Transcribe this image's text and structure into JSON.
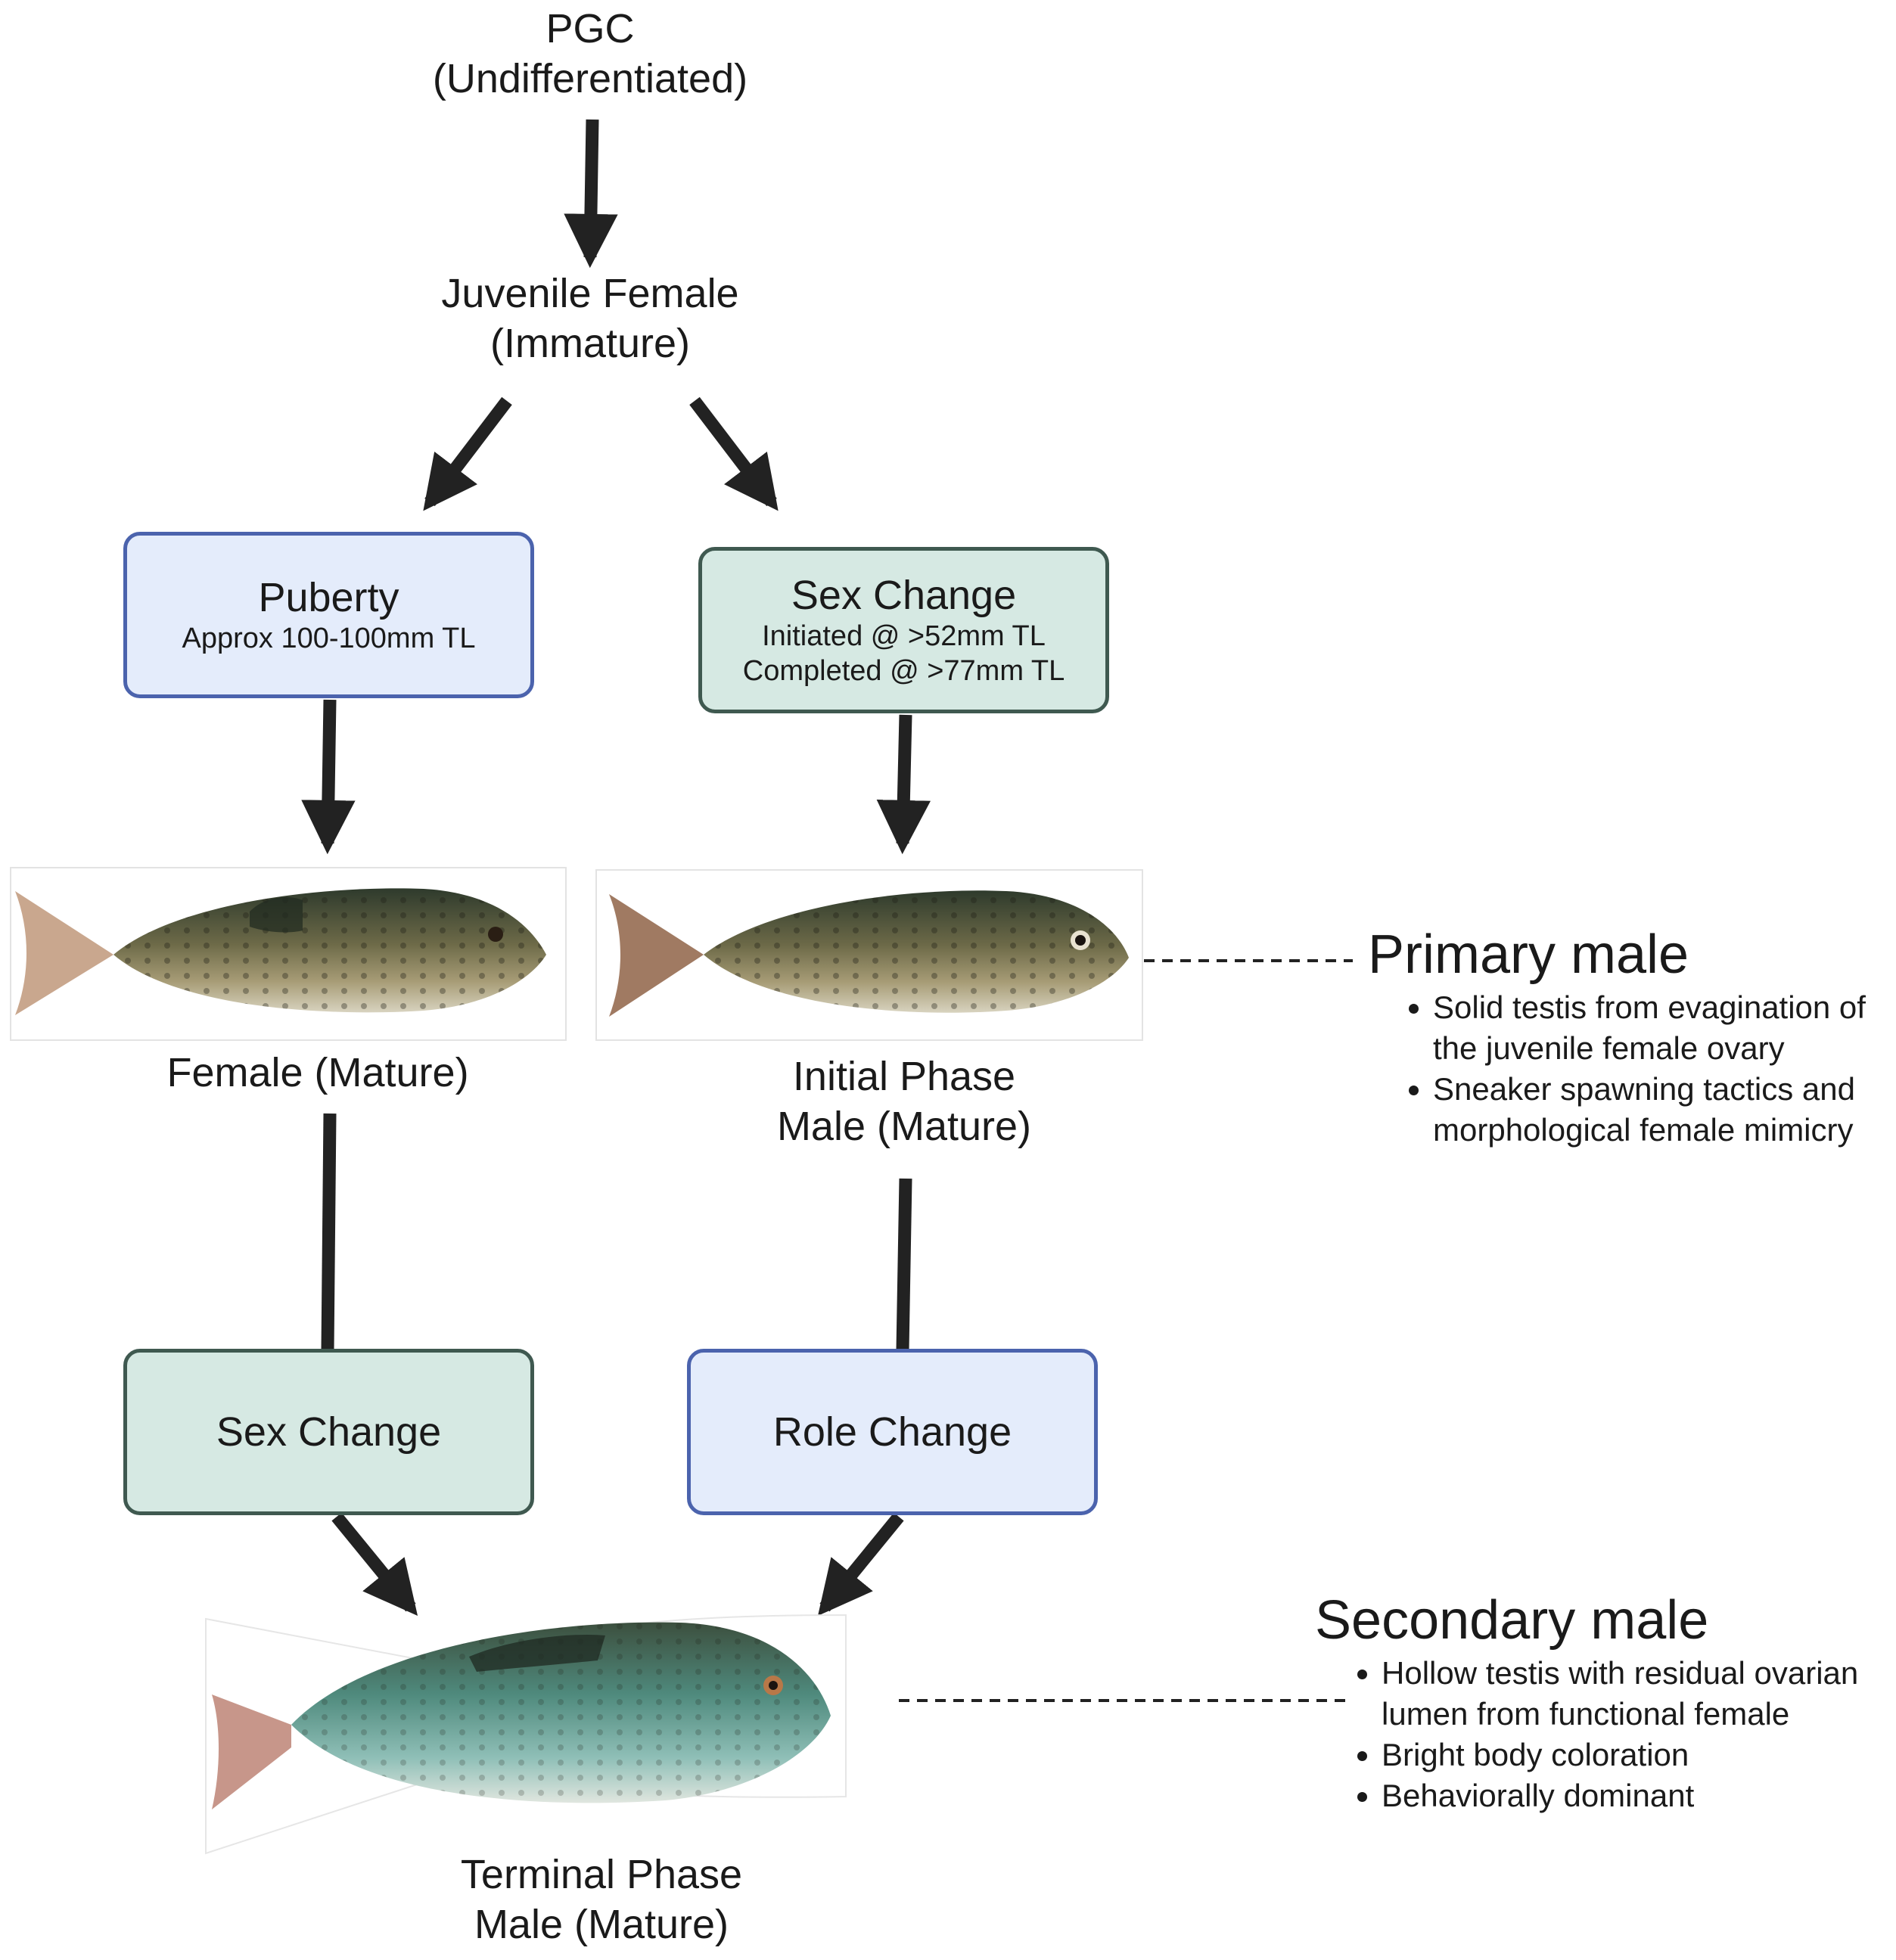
{
  "nodes": {
    "pgc": {
      "line1": "PGC",
      "line2": "(Undifferentiated)"
    },
    "juvenile": {
      "line1": "Juvenile Female",
      "line2": "(Immature)"
    },
    "puberty": {
      "title": "Puberty",
      "detail": "Approx 100-100mm TL"
    },
    "sex_change_top": {
      "title": "Sex Change",
      "detail1": "Initiated @ >52mm TL",
      "detail2": "Completed @ >77mm TL"
    },
    "female": {
      "label": "Female (Mature)"
    },
    "initial_male": {
      "line1": "Initial Phase",
      "line2": "Male (Mature)"
    },
    "sex_change_bottom": {
      "title": "Sex Change"
    },
    "role_change": {
      "title": "Role Change"
    },
    "terminal_male": {
      "line1": "Terminal Phase",
      "line2": "Male (Mature)"
    }
  },
  "primary_male": {
    "title": "Primary male",
    "bullets": [
      "Solid testis from evagination of the juvenile female ovary",
      "Sneaker spawning tactics and morphological female mimicry"
    ]
  },
  "secondary_male": {
    "title": "Secondary male",
    "bullets": [
      "Hollow testis with residual ovarian lumen from functional female",
      "Bright body coloration",
      "Behaviorally dominant"
    ]
  },
  "colors": {
    "blue_box_fill": "#e4ecfb",
    "blue_box_border": "#4b63ad",
    "teal_box_fill": "#d6e9e3",
    "teal_box_border": "#3f5950",
    "arrow": "#222222"
  }
}
